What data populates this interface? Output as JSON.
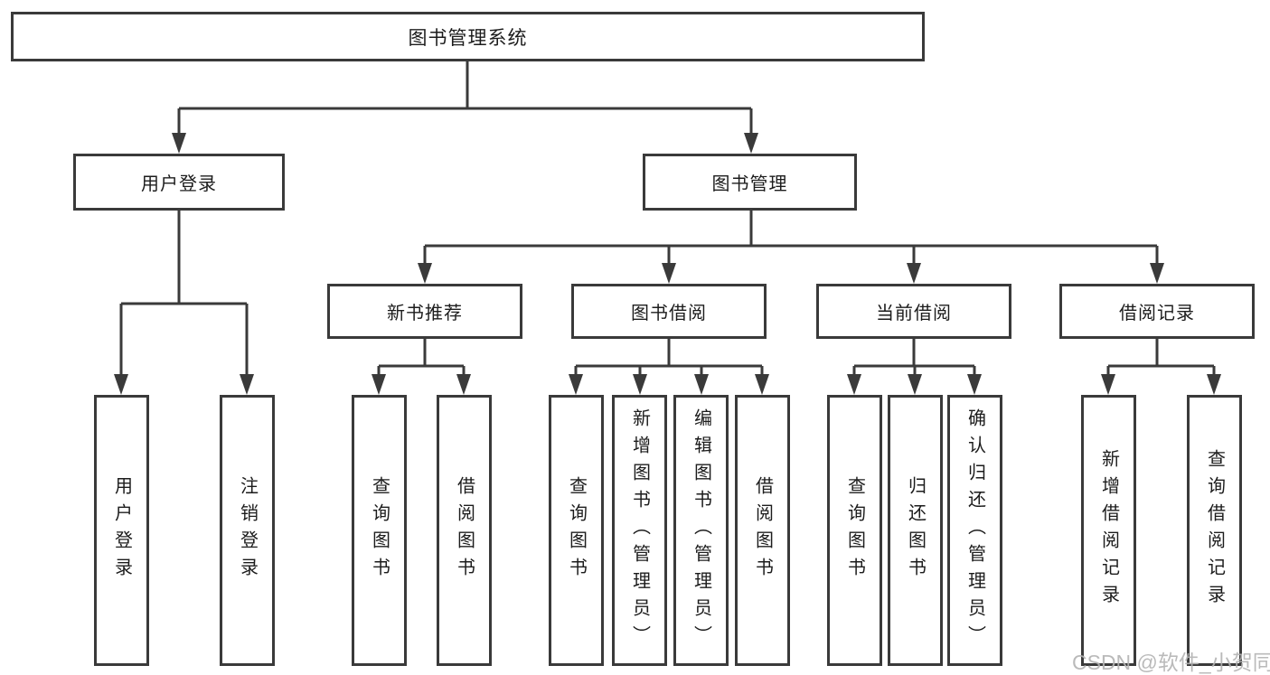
{
  "diagram_title": "图书管理系统",
  "nodes": {
    "root": {
      "label": "图书管理系统"
    },
    "user_login": {
      "label": "用户登录"
    },
    "book_mgmt": {
      "label": "图书管理"
    },
    "new_book_rec": {
      "label": "新书推荐"
    },
    "book_borrow": {
      "label": "图书借阅"
    },
    "current_borrow": {
      "label": "当前借阅"
    },
    "borrow_records": {
      "label": "借阅记录"
    },
    "leaf_user_login": {
      "label": "用户登录"
    },
    "leaf_logout": {
      "label": "注销登录"
    },
    "leaf_query_book_1": {
      "label": "查询图书"
    },
    "leaf_borrow_book_1": {
      "label": "借阅图书"
    },
    "leaf_query_book_2": {
      "label": "查询图书"
    },
    "leaf_add_book": {
      "label": "新增图书（管理员）"
    },
    "leaf_edit_book": {
      "label": "编辑图书（管理员）"
    },
    "leaf_borrow_book_2": {
      "label": "借阅图书"
    },
    "leaf_query_book_3": {
      "label": "查询图书"
    },
    "leaf_return_book": {
      "label": "归还图书"
    },
    "leaf_confirm_return": {
      "label": "确认归还（管理员）"
    },
    "leaf_add_borrow_record": {
      "label": "新增借阅记录"
    },
    "leaf_query_borrow_record": {
      "label": "查询借阅记录"
    }
  },
  "hierarchy": {
    "label": "图书管理系统",
    "children": [
      {
        "label": "用户登录",
        "children": [
          {
            "label": "用户登录"
          },
          {
            "label": "注销登录"
          }
        ]
      },
      {
        "label": "图书管理",
        "children": [
          {
            "label": "新书推荐",
            "children": [
              {
                "label": "查询图书"
              },
              {
                "label": "借阅图书"
              }
            ]
          },
          {
            "label": "图书借阅",
            "children": [
              {
                "label": "查询图书"
              },
              {
                "label": "新增图书（管理员）"
              },
              {
                "label": "编辑图书（管理员）"
              },
              {
                "label": "借阅图书"
              }
            ]
          },
          {
            "label": "当前借阅",
            "children": [
              {
                "label": "查询图书"
              },
              {
                "label": "归还图书"
              },
              {
                "label": "确认归还（管理员）"
              }
            ]
          },
          {
            "label": "借阅记录",
            "children": [
              {
                "label": "新增借阅记录"
              },
              {
                "label": "查询借阅记录"
              }
            ]
          }
        ]
      }
    ]
  },
  "watermark": {
    "text": "CSDN @软件_小贺同学",
    "color": "#b3b3b3"
  },
  "colors": {
    "line": "#3a3a3a",
    "border": "#3a3a3a",
    "text": "#1c1c1c",
    "background": "#ffffff"
  }
}
